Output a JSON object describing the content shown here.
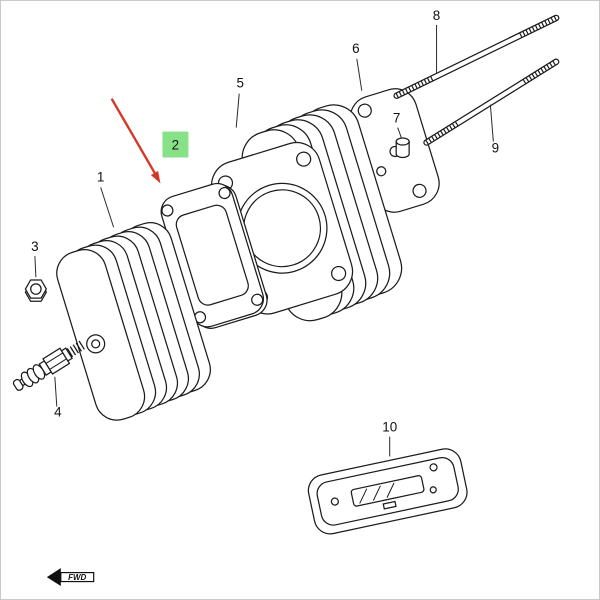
{
  "diagram": {
    "type": "exploded-parts-diagram",
    "background": "#ffffff",
    "line_color": "#1c1c1c",
    "highlight": {
      "part": "2",
      "box_color": "#87e287",
      "arrow_color": "#d4372a"
    },
    "part_labels": [
      {
        "text": "1"
      },
      {
        "text": "2"
      },
      {
        "text": "3"
      },
      {
        "text": "4"
      },
      {
        "text": "5"
      },
      {
        "text": "6"
      },
      {
        "text": "7"
      },
      {
        "text": "8"
      },
      {
        "text": "9"
      },
      {
        "text": "10"
      }
    ],
    "fwd_marker": {
      "text": "FWD"
    }
  }
}
